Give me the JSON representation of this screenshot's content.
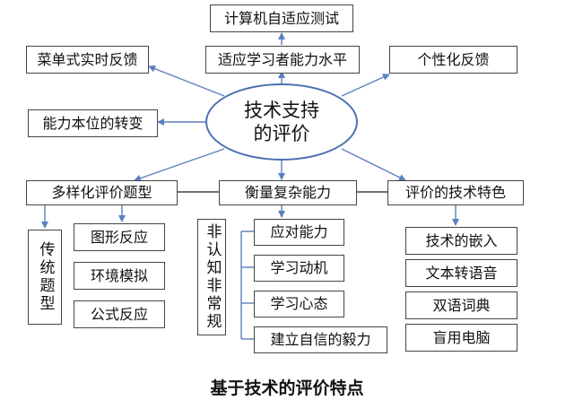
{
  "center": {
    "line1": "技术支持",
    "line2": "的评价"
  },
  "top": "计算机自适应测试",
  "row2": {
    "left": "菜单式实时反馈",
    "middle": "适应学习者能力水平",
    "right": "个性化反馈"
  },
  "left_mid": "能力本位的转变",
  "row4": {
    "left": "多样化评价题型",
    "middle": "衡量复杂能力",
    "right": "评价的技术特色"
  },
  "traditional": "传统题型",
  "left_items": [
    "图形反应",
    "环境模拟",
    "公式反应"
  ],
  "noncognitive": "非认知非常规",
  "middle_items": [
    "应对能力",
    "学习动机",
    "学习心态",
    "建立自信的毅力"
  ],
  "right_items": [
    "技术的嵌入",
    "文本转语音",
    "双语词典",
    "盲用电脑"
  ],
  "caption": "基于技术的评价特点",
  "colors": {
    "arrow": "#5b7fbf",
    "border": "#444444",
    "ellipse": "#4a6eb0"
  }
}
